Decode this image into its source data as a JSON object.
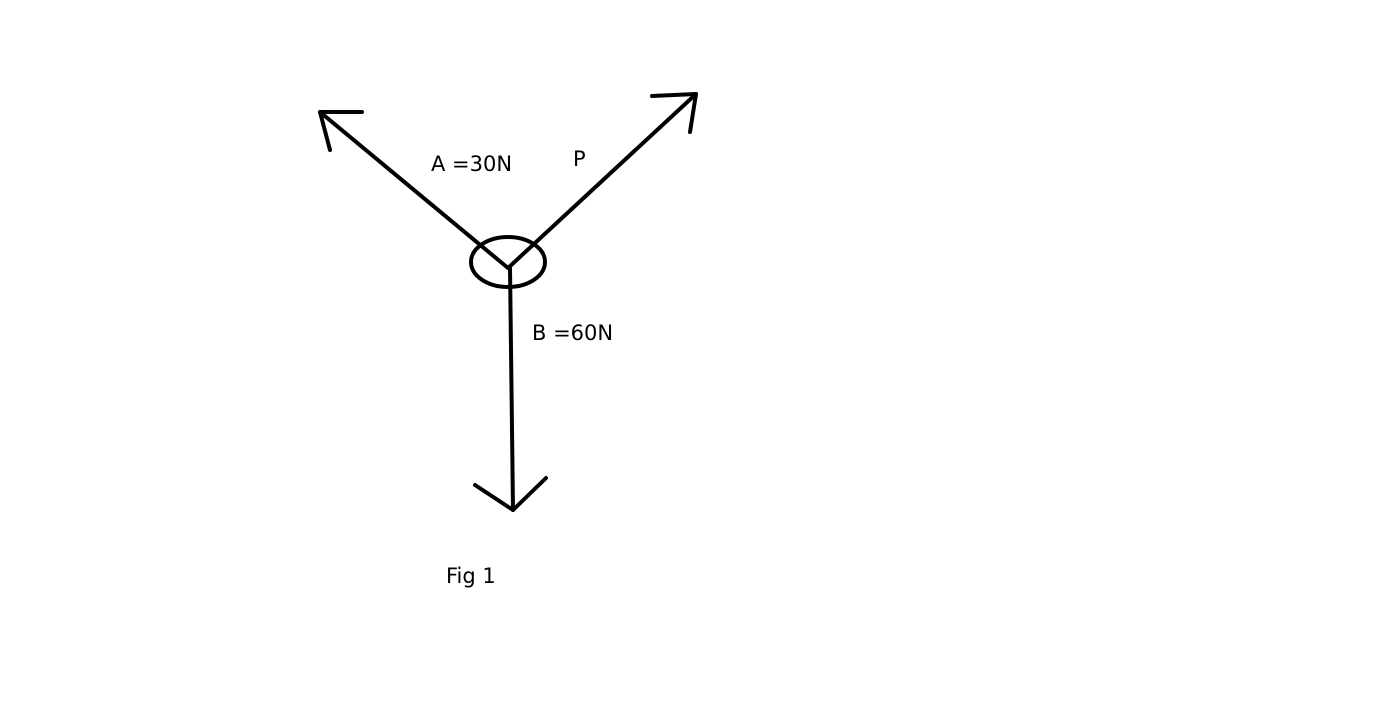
{
  "diagram": {
    "forces": {
      "a": {
        "label": "A =30N",
        "name": "A",
        "magnitude_n": 30
      },
      "p": {
        "label": "P",
        "name": "P"
      },
      "b": {
        "label": "B =60N",
        "name": "B",
        "magnitude_n": 60
      }
    },
    "caption": "Fig 1",
    "stroke_color": "#000000",
    "background": "#ffffff"
  }
}
